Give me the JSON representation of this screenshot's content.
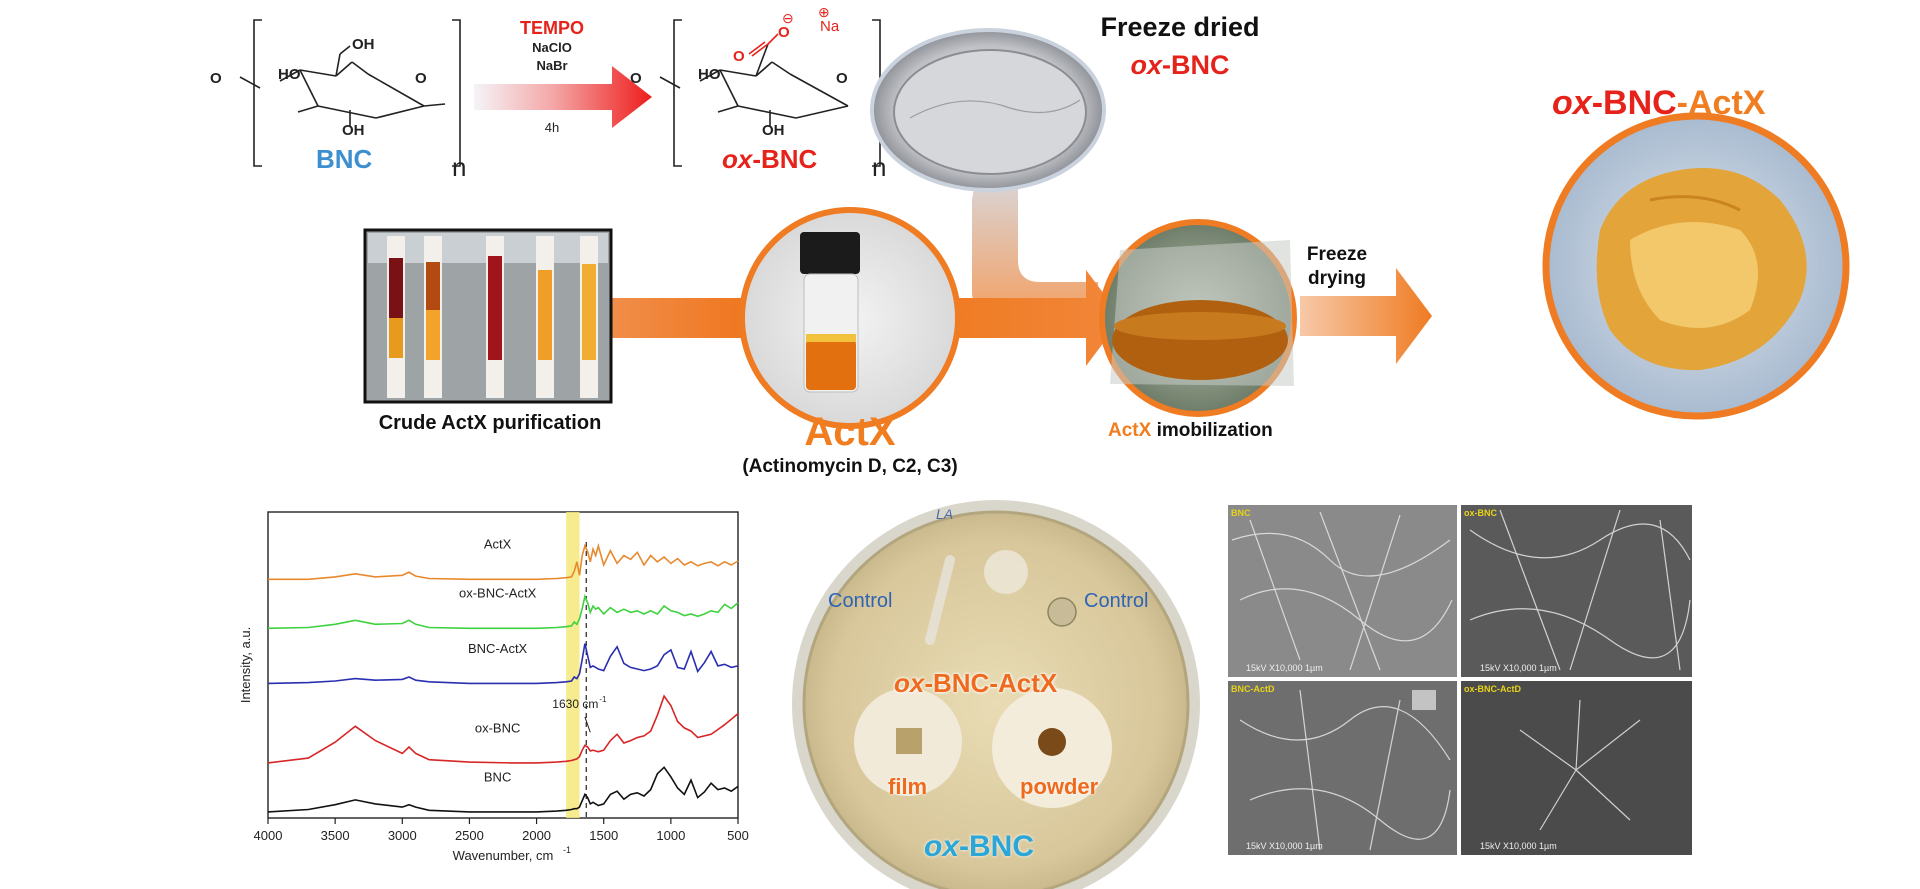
{
  "colors": {
    "bnc_blue": "#3d8fd0",
    "ox_red": "#e5231b",
    "actx_orange": "#f07d1f",
    "arrow_orange": "#ef7b22",
    "tempo_red": "#e5231b"
  },
  "reaction": {
    "reagent_main": "TEMPO",
    "reagent_2": "NaClO",
    "reagent_3": "NaBr",
    "time": "4h",
    "left_label": "BNC",
    "right_label_ox": "ox",
    "right_label_bnc": "-BNC",
    "repeat_n": "n",
    "oh_top": "OH",
    "ho_left": "HO",
    "oh_bottom": "OH",
    "charge_minus": "⊖",
    "charge_plus": "⊕",
    "na": "Na"
  },
  "freeze_dried": {
    "line1": "Freeze dried",
    "line2_ox": "ox",
    "line2_bnc": "-BNC"
  },
  "product": {
    "ox": "ox",
    "bnc": "-BNC",
    "actx": "-ActX"
  },
  "steps": {
    "crude": "Crude ActX purification",
    "actx_big": "ActX",
    "actx_sub": "(Actinomycin D, C2, C3)",
    "immob_actx": "ActX",
    "immob_rest": " imobilization",
    "freeze_drying_1": "Freeze",
    "freeze_drying_2": "drying"
  },
  "petri": {
    "control_left": "Control",
    "control_right": "Control",
    "center_ox": "ox",
    "center_bnc": "-BNC",
    "center_actx": "-ActX",
    "film": "film",
    "powder": "powder",
    "bottom_ox": "ox",
    "bottom_bnc": "-BNC",
    "dish_mark": "LA"
  },
  "sem": {
    "panels": [
      {
        "label": "BNC",
        "scale": "15kV   X10,000   1µm"
      },
      {
        "label": "ox-BNC",
        "scale": "15kV   X10,000   1µm"
      },
      {
        "label": "BNC-ActD",
        "scale": "15kV   X10,000   1µm"
      },
      {
        "label": "ox-BNC-ActD",
        "scale": "15kV   X10,000   1µm"
      }
    ]
  },
  "chart_data": {
    "type": "line",
    "title": "",
    "xlabel": "Wavenumber, cm",
    "xlabel_sup": "-1",
    "ylabel": "Intensity, a.u.",
    "xlim": [
      4000,
      500
    ],
    "x_reversed": true,
    "xticks": [
      4000,
      3500,
      3000,
      2500,
      2000,
      1500,
      1000,
      500
    ],
    "highlight_band": [
      1780,
      1680
    ],
    "highlight_color": "#f5e87a",
    "marker_line_x": 1630,
    "annotation": "1630 cm",
    "annotation_sup": "-1",
    "series": [
      {
        "name": "ActX",
        "color": "#e8892e",
        "x": [
          4000,
          3700,
          3500,
          3350,
          3200,
          3000,
          2950,
          2900,
          2800,
          2500,
          2200,
          2000,
          1850,
          1780,
          1740,
          1720,
          1700,
          1680,
          1660,
          1640,
          1620,
          1600,
          1580,
          1560,
          1540,
          1500,
          1450,
          1400,
          1350,
          1300,
          1250,
          1200,
          1150,
          1100,
          1050,
          1000,
          950,
          900,
          850,
          800,
          750,
          700,
          650,
          600,
          550,
          500
        ],
        "y": [
          0.0,
          0.0,
          0.03,
          0.07,
          0.03,
          0.05,
          0.09,
          0.04,
          0.01,
          0.0,
          0.0,
          0.0,
          0.01,
          0.02,
          0.03,
          0.1,
          0.22,
          0.05,
          0.3,
          0.42,
          0.35,
          0.22,
          0.38,
          0.3,
          0.42,
          0.18,
          0.36,
          0.2,
          0.3,
          0.25,
          0.34,
          0.18,
          0.3,
          0.22,
          0.28,
          0.2,
          0.26,
          0.18,
          0.22,
          0.17,
          0.2,
          0.22,
          0.17,
          0.22,
          0.18,
          0.23
        ]
      },
      {
        "name": "ox-BNC-ActX",
        "color": "#3ed23e",
        "x": [
          4000,
          3700,
          3500,
          3350,
          3200,
          3000,
          2950,
          2900,
          2800,
          2500,
          2200,
          2000,
          1850,
          1780,
          1740,
          1720,
          1700,
          1680,
          1660,
          1640,
          1620,
          1600,
          1580,
          1560,
          1540,
          1500,
          1450,
          1400,
          1350,
          1300,
          1250,
          1200,
          1150,
          1100,
          1050,
          1000,
          950,
          900,
          850,
          800,
          750,
          700,
          650,
          600,
          550,
          500
        ],
        "y": [
          0.0,
          0.01,
          0.05,
          0.1,
          0.05,
          0.06,
          0.1,
          0.05,
          0.01,
          0.0,
          0.0,
          0.0,
          0.01,
          0.02,
          0.03,
          0.08,
          0.05,
          0.12,
          0.25,
          0.4,
          0.32,
          0.2,
          0.28,
          0.24,
          0.26,
          0.18,
          0.26,
          0.2,
          0.24,
          0.2,
          0.22,
          0.18,
          0.22,
          0.18,
          0.28,
          0.22,
          0.2,
          0.16,
          0.18,
          0.15,
          0.18,
          0.22,
          0.2,
          0.3,
          0.25,
          0.32
        ]
      },
      {
        "name": "BNC-ActX",
        "color": "#2a2fb0",
        "x": [
          4000,
          3700,
          3500,
          3350,
          3200,
          3000,
          2950,
          2900,
          2800,
          2500,
          2200,
          2000,
          1850,
          1780,
          1740,
          1720,
          1700,
          1680,
          1660,
          1640,
          1620,
          1600,
          1580,
          1560,
          1540,
          1500,
          1450,
          1400,
          1350,
          1300,
          1250,
          1200,
          1150,
          1100,
          1050,
          1000,
          950,
          900,
          850,
          800,
          750,
          700,
          650,
          600,
          550,
          500
        ],
        "y": [
          0.0,
          0.01,
          0.03,
          0.06,
          0.04,
          0.05,
          0.08,
          0.04,
          0.02,
          0.0,
          0.0,
          0.0,
          0.01,
          0.02,
          0.03,
          0.08,
          0.06,
          0.12,
          0.3,
          0.5,
          0.35,
          0.2,
          0.22,
          0.2,
          0.18,
          0.16,
          0.34,
          0.46,
          0.25,
          0.2,
          0.18,
          0.16,
          0.18,
          0.22,
          0.36,
          0.42,
          0.2,
          0.18,
          0.4,
          0.15,
          0.26,
          0.4,
          0.22,
          0.24,
          0.2,
          0.22
        ]
      },
      {
        "name": "ox-BNC",
        "color": "#d62626",
        "x": [
          4000,
          3700,
          3500,
          3350,
          3200,
          3000,
          2950,
          2900,
          2800,
          2500,
          2200,
          2000,
          1850,
          1780,
          1740,
          1720,
          1700,
          1680,
          1660,
          1640,
          1620,
          1600,
          1580,
          1560,
          1540,
          1500,
          1450,
          1400,
          1350,
          1300,
          1250,
          1200,
          1150,
          1100,
          1050,
          1000,
          950,
          900,
          850,
          800,
          750,
          700,
          650,
          600,
          550,
          500
        ],
        "y": [
          0.0,
          0.06,
          0.26,
          0.46,
          0.28,
          0.12,
          0.2,
          0.12,
          0.04,
          0.01,
          0.0,
          0.0,
          0.01,
          0.02,
          0.03,
          0.04,
          0.05,
          0.08,
          0.16,
          0.22,
          0.2,
          0.15,
          0.16,
          0.15,
          0.14,
          0.16,
          0.28,
          0.36,
          0.25,
          0.28,
          0.32,
          0.34,
          0.4,
          0.6,
          0.84,
          0.72,
          0.52,
          0.44,
          0.4,
          0.32,
          0.34,
          0.36,
          0.42,
          0.48,
          0.55,
          0.62
        ]
      },
      {
        "name": "BNC",
        "color": "#111111",
        "x": [
          4000,
          3700,
          3500,
          3350,
          3200,
          3000,
          2950,
          2900,
          2800,
          2500,
          2200,
          2000,
          1850,
          1780,
          1740,
          1720,
          1700,
          1680,
          1660,
          1640,
          1620,
          1600,
          1580,
          1560,
          1540,
          1500,
          1450,
          1400,
          1350,
          1300,
          1250,
          1200,
          1150,
          1100,
          1050,
          1000,
          950,
          900,
          850,
          800,
          750,
          700,
          650,
          600,
          550,
          500
        ],
        "y": [
          0.0,
          0.03,
          0.09,
          0.15,
          0.1,
          0.06,
          0.09,
          0.06,
          0.02,
          0.0,
          0.0,
          0.0,
          0.01,
          0.02,
          0.03,
          0.04,
          0.04,
          0.06,
          0.14,
          0.22,
          0.18,
          0.1,
          0.12,
          0.1,
          0.08,
          0.1,
          0.22,
          0.26,
          0.16,
          0.22,
          0.24,
          0.2,
          0.28,
          0.48,
          0.56,
          0.44,
          0.3,
          0.22,
          0.4,
          0.18,
          0.25,
          0.36,
          0.28,
          0.3,
          0.26,
          0.32
        ]
      }
    ]
  }
}
